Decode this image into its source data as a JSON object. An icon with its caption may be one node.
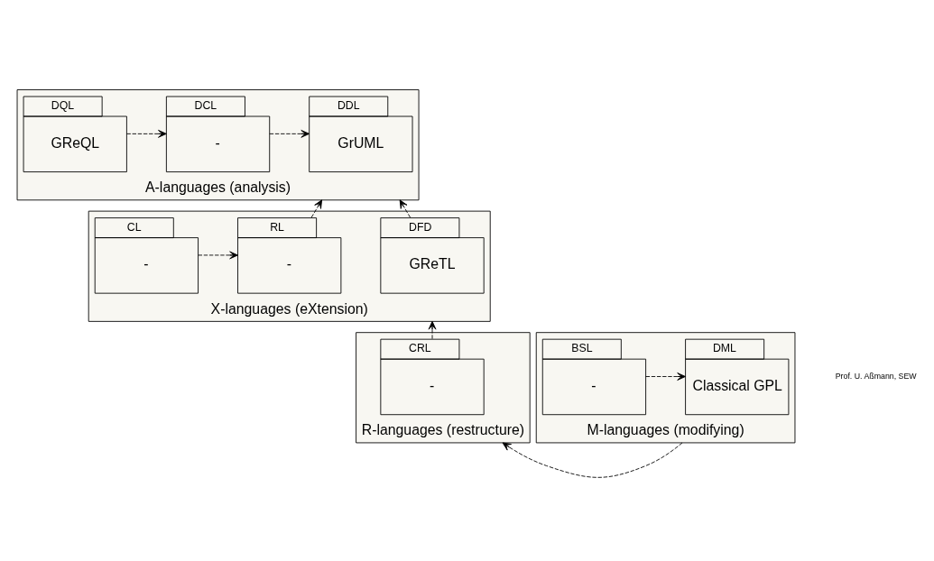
{
  "diagram": {
    "nodes": [
      {
        "text": [
          "A-languages (analysis)"
        ]
      },
      {
        "text": [
          "DDL",
          "GrUML"
        ],
        "in": 0
      },
      {
        "text": [
          "DCL",
          "-"
        ],
        "in": 0
      },
      {
        "text": [
          "DQL",
          "GReQL"
        ],
        "in": 0
      },
      {
        "text": [
          "X-languages (eXtension)"
        ]
      },
      {
        "text": [
          "DFD",
          "GReTL"
        ],
        "in": 4
      },
      {
        "text": [
          "RL",
          "-"
        ],
        "in": 4
      },
      {
        "text": [
          "CL",
          "-"
        ],
        "in": 4
      },
      {
        "text": [
          "R-languages (restructure)"
        ]
      },
      {
        "text": [
          "CRL",
          "-"
        ],
        "in": 8
      },
      {
        "text": [
          "M-languages (modifying)"
        ]
      },
      {
        "text": [
          "DML",
          "Classical GPL"
        ],
        "in": 10
      },
      {
        "text": [
          "BSL",
          "-"
        ],
        "in": 10
      }
    ],
    "edges": [
      {
        "from": 2,
        "to": 1,
        "arrow": "to",
        "style": "dashed"
      },
      {
        "from": 3,
        "to": 2,
        "arrow": "to",
        "style": "dashed"
      },
      {
        "from": 5,
        "to": 0,
        "arrow": "to",
        "style": "dashed"
      },
      {
        "from": 6,
        "to": 0,
        "arrow": "to",
        "style": "dashed"
      },
      {
        "from": 7,
        "to": 6,
        "arrow": "to",
        "style": "dashed"
      },
      {
        "from": 9,
        "to": 4,
        "arrow": "to",
        "style": "dashed"
      },
      {
        "from": 10,
        "to": 8,
        "arrow": "to",
        "style": "dashed"
      },
      {
        "from": 12,
        "to": 11,
        "arrow": "to",
        "style": "dashed"
      }
    ],
    "labels": [
      "Prof. U. Aßmann, SEW"
    ]
  }
}
